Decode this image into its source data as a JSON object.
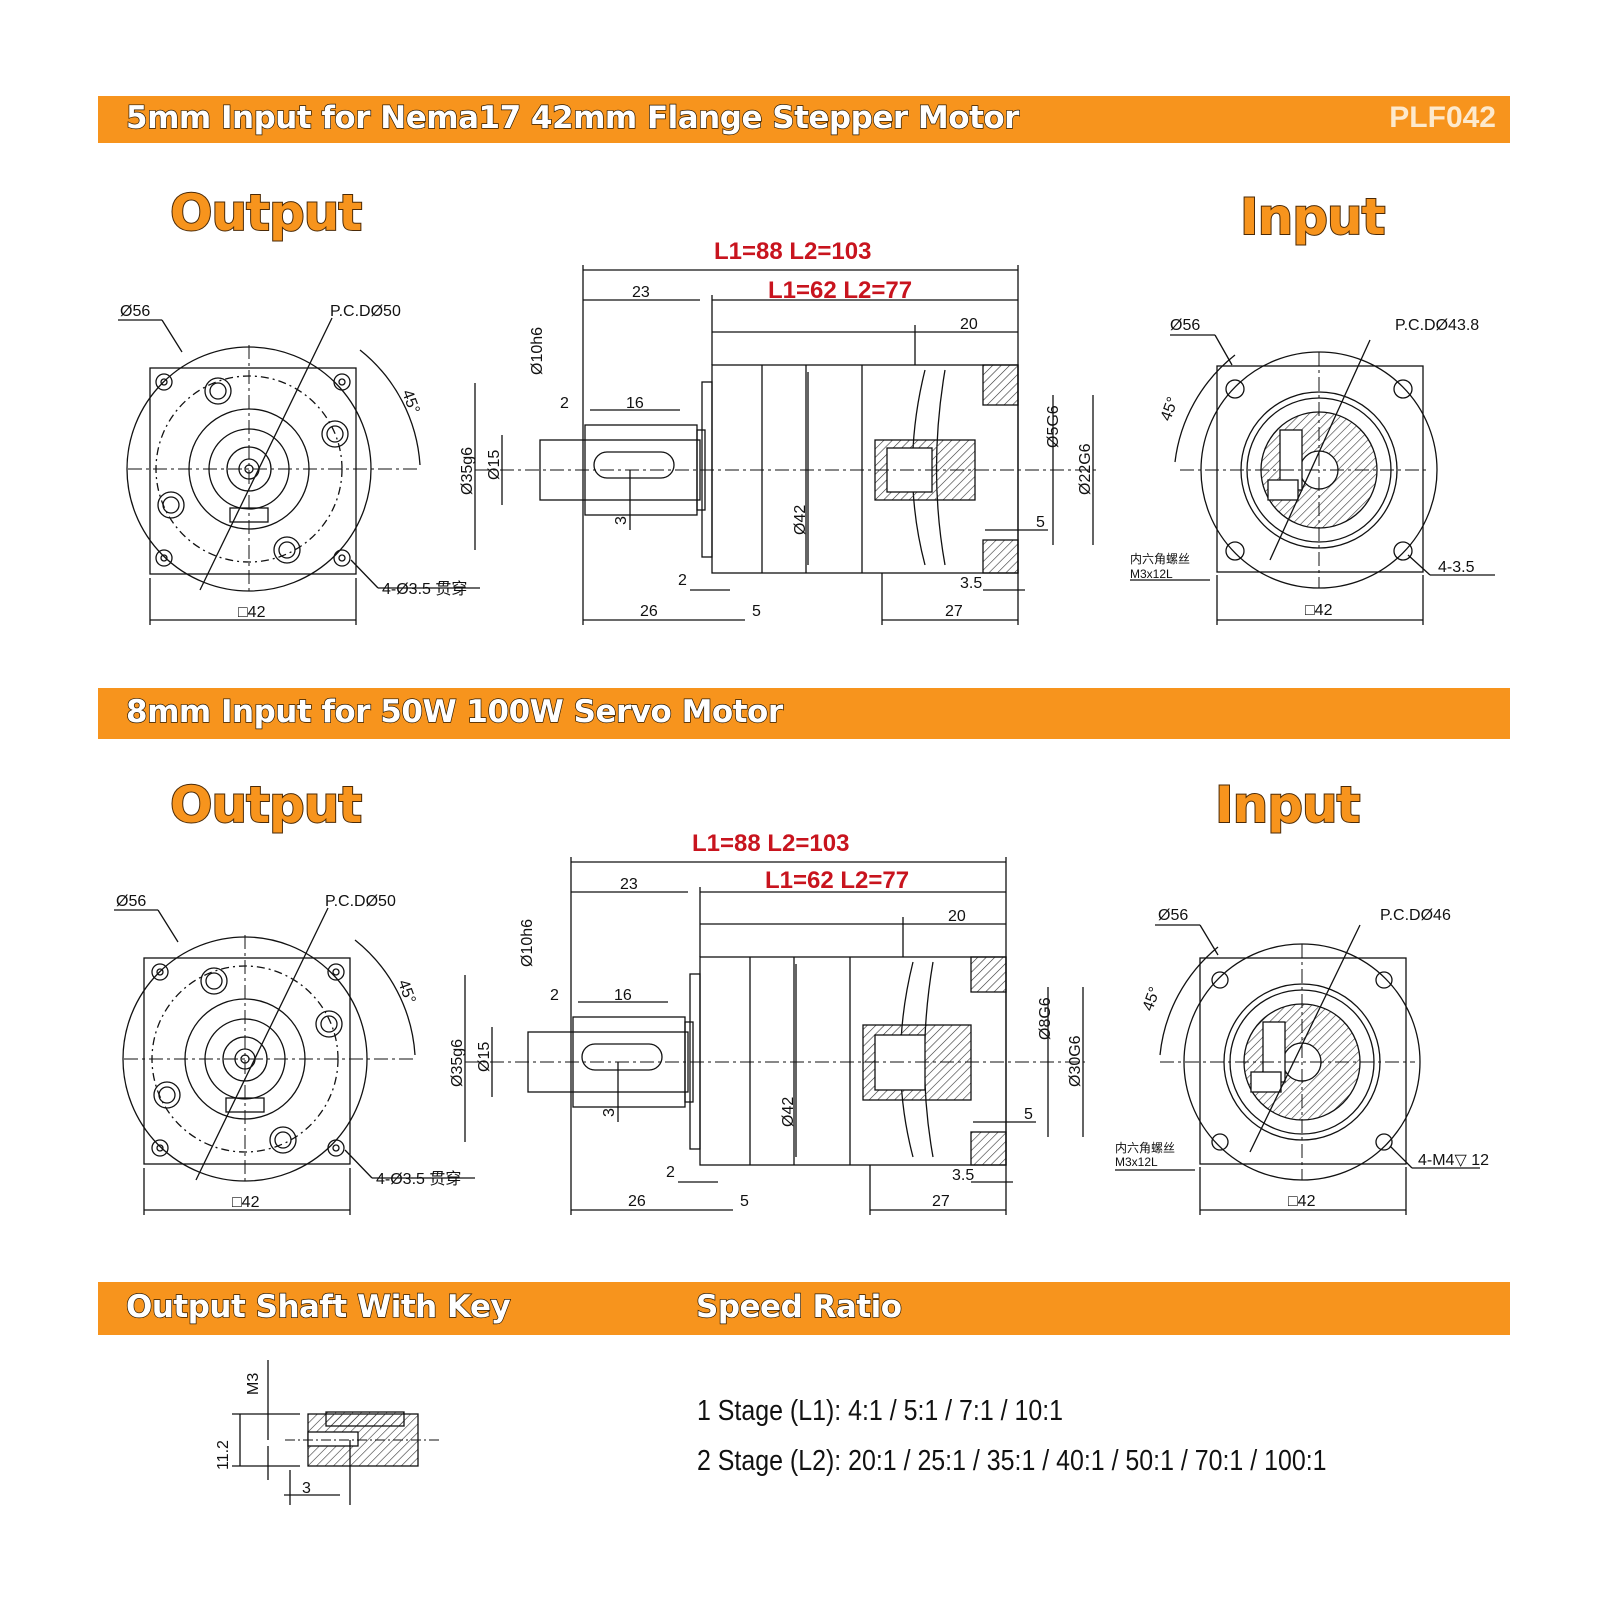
{
  "banners": {
    "top": {
      "title": "5mm Input for Nema17 42mm Flange Stepper Motor",
      "model": "PLF042"
    },
    "middle": {
      "title": "8mm Input for 50W 100W Servo Motor"
    },
    "bottom": {
      "left": "Output Shaft With Key",
      "right": "Speed Ratio"
    }
  },
  "headings": {
    "output": "Output",
    "input": "Input"
  },
  "lengths": {
    "l_long": "L1=88   L2=103",
    "l_short": "L1=62   L2=77"
  },
  "output_view": {
    "dia": "Ø56",
    "pcd": "P.C.DØ50",
    "angle": "45°",
    "holes": "4-Ø3.5 贯穿",
    "square": "□42"
  },
  "side_view": {
    "d_shaft": "Ø10h6",
    "d_pilot": "Ø35g6",
    "d15": "Ø15",
    "d42": "Ø42",
    "len23": "23",
    "len20": "20",
    "len2a": "2",
    "len16": "16",
    "len3": "3",
    "len2b": "2",
    "len26": "26",
    "len5a": "5",
    "len27": "27",
    "len35": "3.5",
    "len5b": "5"
  },
  "input_top": {
    "dia": "Ø56",
    "pcd": "P.C.DØ43.8",
    "angle": "45°",
    "screw1": "内六角螺丝",
    "screw2": "M3x12L",
    "holes": "4-3.5",
    "square": "□42",
    "bore": "Ø5G6",
    "spigot": "Ø22G6"
  },
  "input_mid": {
    "dia": "Ø56",
    "pcd": "P.C.DØ46",
    "angle": "45°",
    "screw1": "内六角螺丝",
    "screw2": "M3x12L",
    "holes": "4-M4▽ 12",
    "square": "□42",
    "bore": "Ø8G6",
    "spigot": "Ø30G6"
  },
  "key_detail": {
    "thread": "M3",
    "height": "11.2",
    "depth": "3"
  },
  "speed_ratio": {
    "stage1": "1 Stage (L1): 4:1 / 5:1 / 7:1 / 10:1",
    "stage2": "2 Stage (L2): 20:1 / 25:1 / 35:1 / 40:1 / 50:1 / 70:1 / 100:1"
  }
}
